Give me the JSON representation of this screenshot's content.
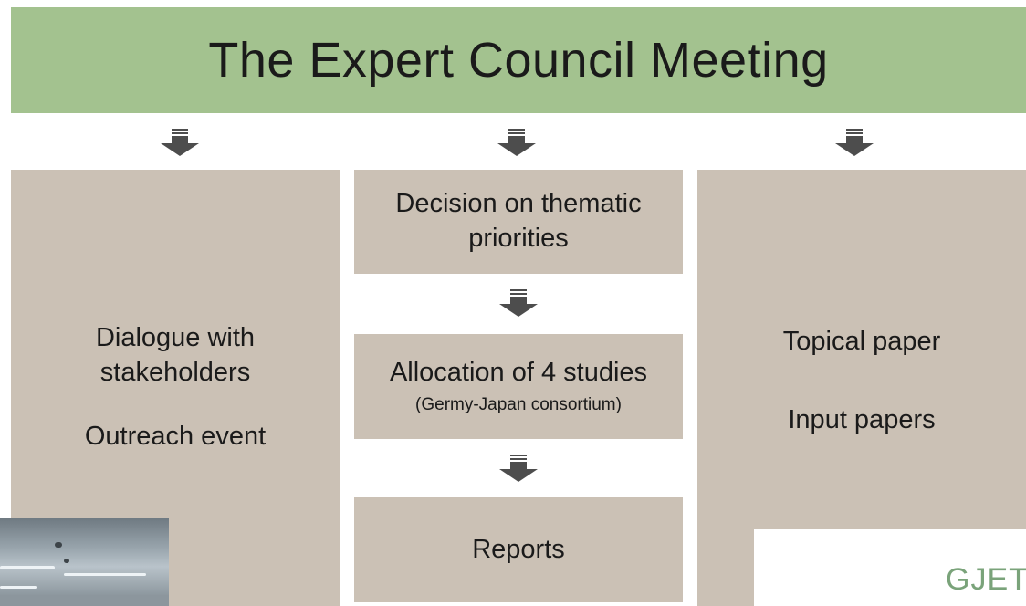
{
  "banner": {
    "title": "The Expert Council Meeting"
  },
  "left_box": {
    "line1": "Dialogue with",
    "line2": "stakeholders",
    "line3": "Outreach event"
  },
  "middle": {
    "decision": {
      "line1": "Decision on thematic",
      "line2": "priorities"
    },
    "allocation": {
      "title": "Allocation of 4 studies",
      "subtitle": "(Germy-Japan consortium)"
    },
    "reports": {
      "label": "Reports"
    }
  },
  "right_box": {
    "line1": "Topical paper",
    "line2": "Input papers"
  },
  "logo": {
    "text": "GJETC"
  },
  "colors": {
    "banner": "#a3c28f",
    "box": "#cbc1b5",
    "arrow": "#4d4d4d",
    "logo": "#7aa37a"
  }
}
